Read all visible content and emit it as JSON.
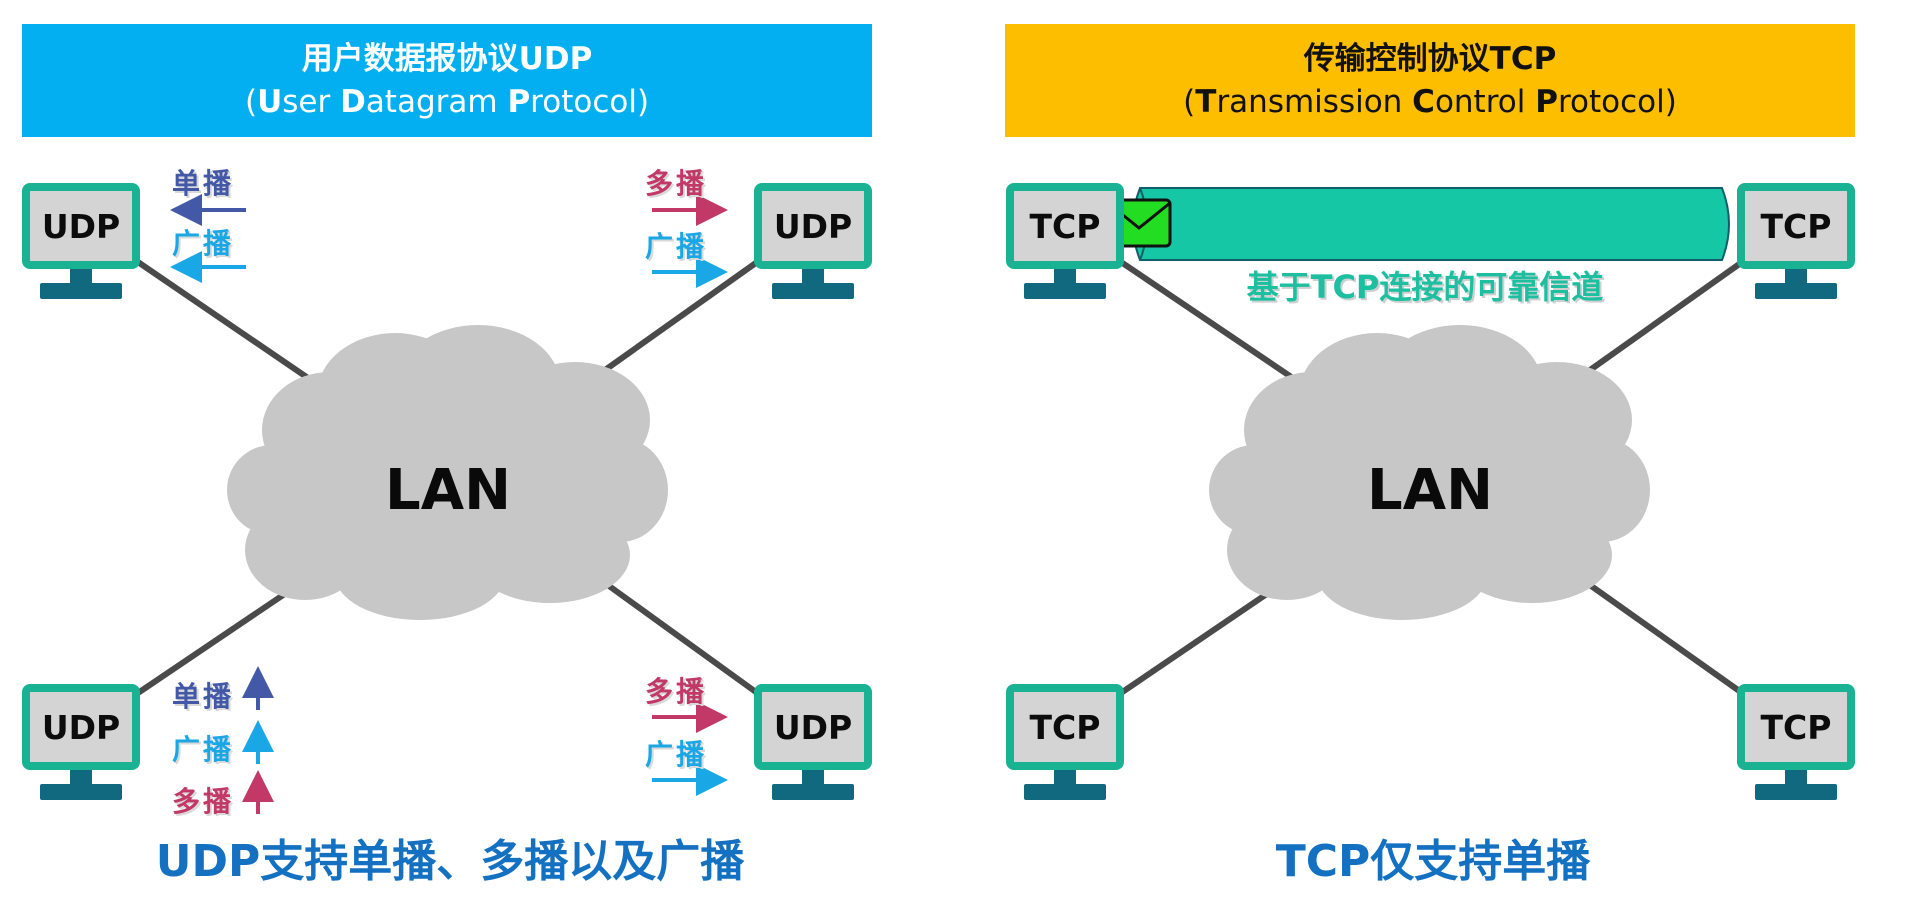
{
  "udp": {
    "banner_title": "用户数据报协议UDP",
    "banner_subtitle": {
      "open": "(",
      "u": "U",
      "u_rest": "ser ",
      "d": "D",
      "d_rest": "atagram ",
      "p": "P",
      "p_rest": "rotocol)"
    },
    "host_label": "UDP",
    "cloud_label": "LAN",
    "labels": {
      "unicast": "单播",
      "broadcast": "广播",
      "multicast": "多播"
    },
    "caption": "UDP支持单播、多播以及广播"
  },
  "tcp": {
    "banner_title": "传输控制协议TCP",
    "banner_subtitle": {
      "open": "(",
      "t": "T",
      "t_rest": "ransmission ",
      "c": "C",
      "c_rest": "ontrol ",
      "p": "P",
      "p_rest": "rotocol)"
    },
    "host_label": "TCP",
    "cloud_label": "LAN",
    "channel_label": "基于TCP连接的可靠信道",
    "caption": "TCP仅支持单播"
  },
  "colors": {
    "udp_banner": "#03aff0",
    "tcp_banner": "#fdbe00",
    "host_border": "#19b394",
    "host_stand": "#11697f",
    "cloud": "#c7c7c7",
    "link": "#4a4a4a",
    "unicast": "#4458a8",
    "broadcast": "#1aa7e6",
    "multicast": "#c23866",
    "channel": "#15c7a5",
    "envelope": "#22dd22",
    "caption": "#1470c1"
  },
  "icons": {
    "envelope": "envelope-icon",
    "cloud": "cloud-icon"
  }
}
